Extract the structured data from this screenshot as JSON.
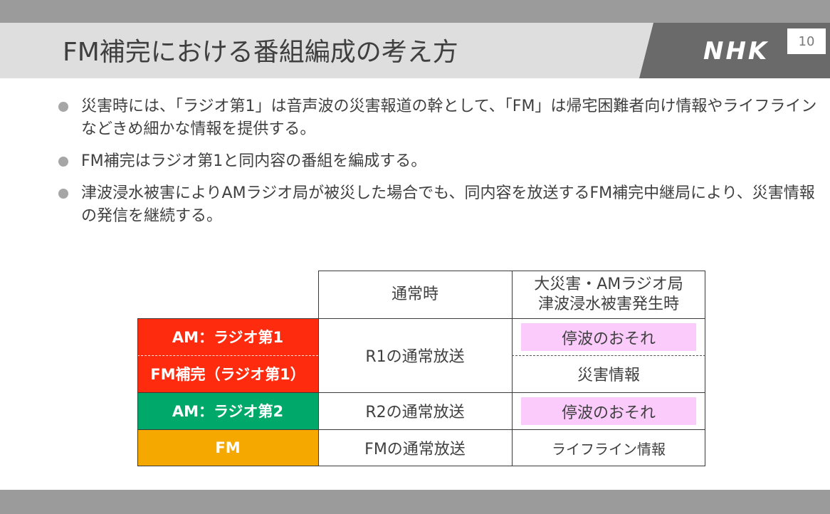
{
  "slide": {
    "title": "FM補完における番組編成の考え方",
    "logo": "NHK",
    "page_number": "10"
  },
  "bullets": [
    "災害時には、「ラジオ第1」は音声波の災害報道の幹として、「FM」は帰宅困難者向け情報やライフラインなどきめ細かな情報を提供する。",
    "FM補完はラジオ第1と同内容の番組を編成する。",
    "津波浸水被害によりAMラジオ局が被災した場合でも、同内容を放送するFM補完中継局により、災害情報の発信を継続する。"
  ],
  "table": {
    "headers": {
      "normal": "通常時",
      "disaster": "大災害・AMラジオ局\n津波浸水被害発生時"
    },
    "rows": [
      {
        "label": "AM：ラジオ第1",
        "color": "#ff2b0f"
      },
      {
        "label": "FM補完（ラジオ第1）",
        "color": "#ff2b0f"
      },
      {
        "label": "AM：ラジオ第2",
        "color": "#00a86a"
      },
      {
        "label": "FM",
        "color": "#f5a800"
      }
    ],
    "normal_values": [
      "R1の通常放送",
      "R2の通常放送",
      "FMの通常放送"
    ],
    "disaster_values": [
      "停波のおそれ",
      "災害情報",
      "停波のおそれ",
      "ライフライン情報"
    ],
    "highlight_color": "#fbccfb"
  }
}
